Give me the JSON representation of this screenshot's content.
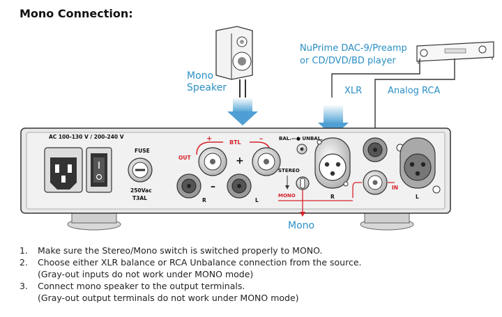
{
  "title": "Mono Connection:",
  "labels": {
    "mono_speaker_line1": "Mono",
    "mono_speaker_line2": "Speaker",
    "source_line1": "NuPrime DAC-9/Preamp",
    "source_line2": "or CD/DVD/BD player",
    "xlr": "XLR",
    "analog_rca": "Analog RCA",
    "mono_switch": "Mono"
  },
  "panel": {
    "ac_label": "AC 100-130 V / 200-240 V",
    "fuse_label": "FUSE",
    "fuse_rating_1": "250Vac",
    "fuse_rating_2": "T3AL",
    "out": "OUT",
    "plus": "+",
    "btl": "BTL",
    "minus": "–",
    "bal_unbal": "BAL.—● UNBAL.",
    "stereo": "STEREO",
    "mono": "MONO",
    "in": "IN",
    "r": "R",
    "l": "L",
    "r2": "R",
    "l2": "L"
  },
  "steps": [
    {
      "num": "1.",
      "text": "Make sure the Stereo/Mono switch is switched properly to MONO.",
      "sub": ""
    },
    {
      "num": "2.",
      "text": "Choose either XLR balance or RCA Unbalance connection from the source.",
      "sub": "(Gray-out inputs do not work under MONO mode)"
    },
    {
      "num": "3.",
      "text": "Connect mono speaker to the output terminals.",
      "sub": "(Gray-out output terminals do not work under MONO mode)"
    }
  ],
  "colors": {
    "accent_blue": "#2a8fc4",
    "signal_red": "#d6232a",
    "panel_gray": "#e6e6e6"
  }
}
